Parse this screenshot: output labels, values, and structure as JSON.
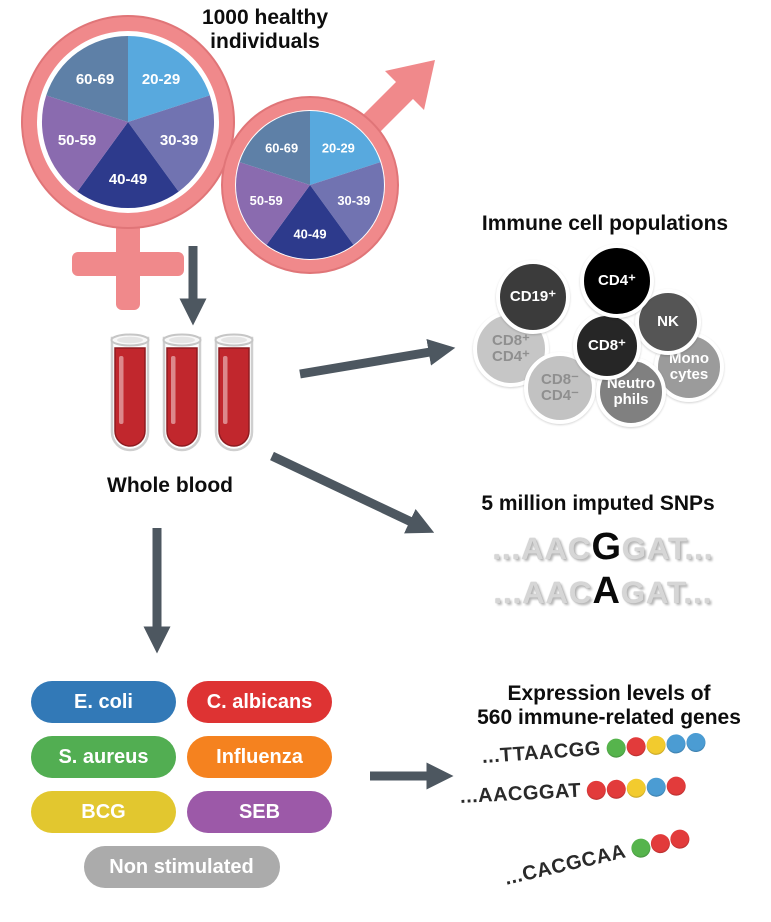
{
  "colors": {
    "symbol_pink": "#F0898B",
    "symbol_pink_edge": "#E07578",
    "arrow_gray": "#4D5760"
  },
  "population": {
    "title": "1000 healthy\nindividuals",
    "age_groups": [
      {
        "label": "20-29",
        "color": "#58A9DE"
      },
      {
        "label": "30-39",
        "color": "#7173B1"
      },
      {
        "label": "40-49",
        "color": "#2D3A8C"
      },
      {
        "label": "50-59",
        "color": "#8A6BAF"
      },
      {
        "label": "60-69",
        "color": "#5E80A7"
      }
    ]
  },
  "blood": {
    "label": "Whole blood"
  },
  "immune_cells": {
    "title": "Immune cell populations",
    "cells": [
      {
        "label": "CD8⁺\nCD4⁺",
        "bg": "#C6C6C6",
        "fg": "#8F8F8F"
      },
      {
        "label": "CD8⁻\nCD4⁻",
        "bg": "#C2C2C2",
        "fg": "#8F8F8F"
      },
      {
        "label": "Mono\ncytes",
        "bg": "#9B9B9B",
        "fg": "#FFFFFF"
      },
      {
        "label": "NK",
        "bg": "#555555",
        "fg": "#FFFFFF"
      },
      {
        "label": "CD19⁺",
        "bg": "#3B3B3B",
        "fg": "#FFFFFF"
      },
      {
        "label": "Neutro\nphils",
        "bg": "#808080",
        "fg": "#FFFFFF"
      },
      {
        "label": "CD8⁺",
        "bg": "#262626",
        "fg": "#FFFFFF"
      },
      {
        "label": "CD4⁺",
        "bg": "#000000",
        "fg": "#FFFFFF"
      }
    ]
  },
  "snps": {
    "title": "5 million imputed SNPs",
    "sequences": [
      {
        "pre": "...AAC",
        "variant": "G",
        "post": "GAT..."
      },
      {
        "pre": "...AAC",
        "variant": "A",
        "post": "GAT..."
      }
    ]
  },
  "stimulations": {
    "items": [
      {
        "label": "E. coli",
        "color": "#3279B7"
      },
      {
        "label": "C. albicans",
        "color": "#DE3333"
      },
      {
        "label": "S. aureus",
        "color": "#52AE52"
      },
      {
        "label": "Influenza",
        "color": "#F5821F"
      },
      {
        "label": "BCG",
        "color": "#E2C72F"
      },
      {
        "label": "SEB",
        "color": "#9C59A8"
      },
      {
        "label": "Non stimulated",
        "color": "#ABABAB"
      }
    ]
  },
  "expression": {
    "title": "Expression levels of\n560 immune-related genes",
    "rows": [
      {
        "seq": "...TTAACGG",
        "dots": [
          "#56B44C",
          "#E23B3B",
          "#F2CB2E",
          "#4B9CD3",
          "#4B9CD3"
        ]
      },
      {
        "seq": "...AACGGAT",
        "dots": [
          "#E23B3B",
          "#E23B3B",
          "#F2CB2E",
          "#4B9CD3",
          "#E23B3B"
        ]
      },
      {
        "seq": "...CACGCAA",
        "dots": [
          "#56B44C",
          "#E23B3B",
          "#E23B3B"
        ]
      }
    ]
  }
}
